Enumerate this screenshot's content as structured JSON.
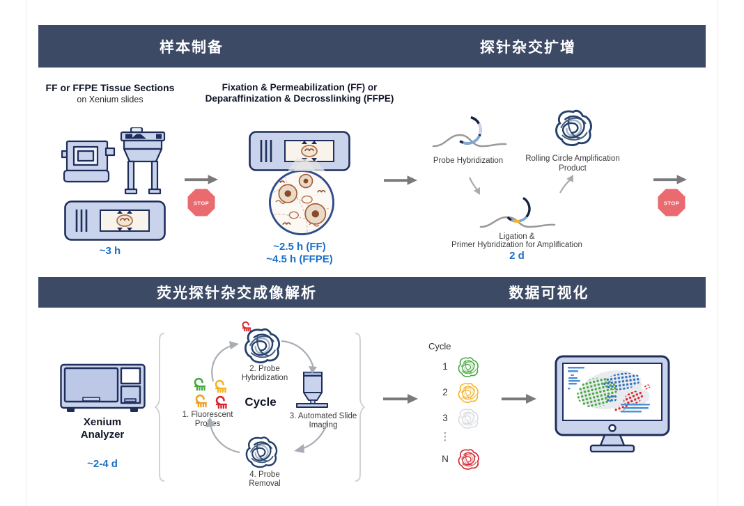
{
  "banners": {
    "sample_prep": "样本制备",
    "probe_amp": "探针杂交扩增",
    "imaging": "荧光探针杂交成像解析",
    "visualization": "数据可视化"
  },
  "stop_label": "STOP",
  "sample_prep": {
    "title": "FF or FFPE Tissue Sections",
    "subtitle": "on Xenium slides",
    "duration": "~3 h"
  },
  "fixation": {
    "title1": "Fixation & Permeabilization (FF) or",
    "title2": "Deparaffinization & Decrosslinking (FFPE)",
    "duration_ff": "~2.5 h (FF)",
    "duration_ffpe": "~4.5 h (FFPE)"
  },
  "amplification": {
    "probe_hyb": "Probe Hybridization",
    "rca1": "Rolling Circle Amplification",
    "rca2": "Product",
    "lig1": "Ligation &",
    "lig2": "Primer Hybridization for Amplification",
    "duration": "2 d"
  },
  "analyzer": {
    "name1": "Xenium",
    "name2": "Analyzer",
    "duration": "~2-4 d"
  },
  "cycle": {
    "center": "Cycle",
    "step1a": "1. Fluorescent",
    "step1b": "Probes",
    "step2a": "2. Probe",
    "step2b": "Hybridization",
    "step3a": "3. Automated Slide",
    "step3b": "Imaging",
    "step4a": "4. Probe",
    "step4b": "Removal"
  },
  "cycle_list": {
    "header": "Cycle",
    "ellipsis": "⋮",
    "rows": [
      {
        "label": "1",
        "color": "#49A942"
      },
      {
        "label": "2",
        "color": "#F5B324"
      },
      {
        "label": "3",
        "color": "#D8DCE1"
      },
      {
        "label": "N",
        "color": "#D6252E"
      }
    ]
  },
  "colors": {
    "banner": "#3D4A66",
    "accent_blue": "#1A70C5",
    "stop_red": "#E96A6F",
    "outline_navy": "#1E2D5A",
    "fill_periwinkle": "#C9D3EC",
    "tangle_navy": "#24416B",
    "green": "#49A942",
    "gold": "#F5B324",
    "orange_gold": "#F0A11C",
    "red": "#D6252E",
    "gray_tangle": "#D8DCE1",
    "arrow_gray": "#7A7A7A"
  }
}
